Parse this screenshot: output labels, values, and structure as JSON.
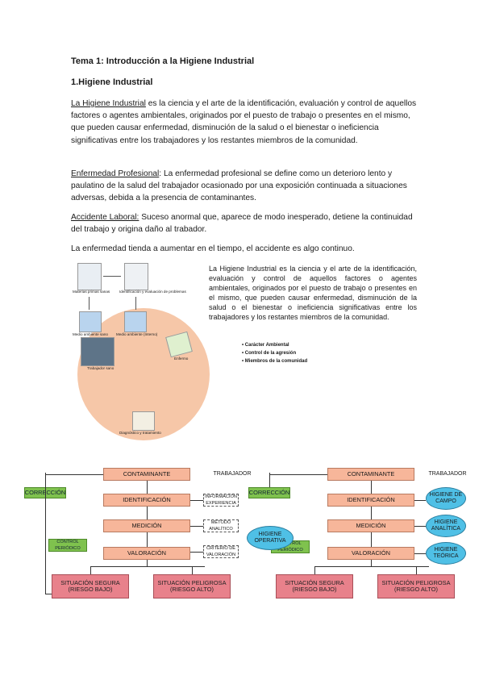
{
  "title": "Tema 1: Introducción a la Higiene Industrial",
  "section": "1.Higiene Industrial",
  "p1_term": "La Higiene Industrial",
  "p1_text": " es la ciencia y el arte de la identificación, evaluación y control de aquellos factores o agentes ambientales, originados por el puesto de trabajo o presentes en el mismo, que pueden causar enfermedad, disminución de la salud o el bienestar o ineficiencia significativas entre los trabajadores y los restantes miembros de la comunidad.",
  "p2_term": "Enfermedad Profesional",
  "p2_text": ": La enfermedad profesional se define como un deterioro lento y paulatino de la salud del trabajador ocasionado por una exposición continuada a situaciones adversas, debida a la presencia de contaminantes.",
  "p3_term": "Accidente Laboral:",
  "p3_text": " Suceso anormal que, aparece de modo inesperado, detiene la continuidad del trabajo y origina daño al trabador.",
  "p4_text": "La enfermedad tienda a aumentar en el tiempo, el accidente es algo continuo.",
  "side_text": "La Higiene Industrial es la ciencia y el arte de la identificación, evaluación y control de aquellos factores o agentes ambientales, originados por el puesto de trabajo o presentes en el mismo, que pueden causar enfermedad, disminución de la salud o el bienestar o ineficiencia significativas entre los trabajadores y los restantes miembros de la comunidad.",
  "bullets": [
    "Carácter Ambiental",
    "Control de la agresión",
    "Miembros de la comunidad"
  ],
  "fig_labels": {
    "a": "Materias primas sanas",
    "b": "Identificación y evaluación de problemas",
    "c": "Medio ambiente sano",
    "d": "Medio ambiente (Interno)",
    "e": "Trabajador sano",
    "f": "Enfermo",
    "g": "Diagnóstico y tratamiento"
  },
  "flow_left": {
    "contaminante": "CONTAMINANTE",
    "trabajador": "TRABAJADOR",
    "identificacion": "IDENTIFICACIÓN",
    "medicion": "MEDICIÓN",
    "valoracion": "VALORACIÓN",
    "segura": "SITUACIÓN SEGURA (RIESGO BAJO)",
    "peligrosa": "SITUACIÓN PELIGROSA (RIESGO ALTO)",
    "correccion": "CORRECCIÓN",
    "control": "CONTROL PERIÓDICO",
    "info": "INFORMACIÓN EXPERIENCIA",
    "metodo": "MÉTODO ANALÍTICO",
    "criterio": "CRITERIO DE VALORACIÓN"
  },
  "flow_right": {
    "contaminante": "CONTAMINANTE",
    "trabajador": "TRABAJADOR",
    "identificacion": "IDENTIFICACIÓN",
    "medicion": "MEDICIÓN",
    "valoracion": "VALORACIÓN",
    "segura": "SITUACIÓN SEGURA (RIESGO BAJO)",
    "peligrosa": "SITUACIÓN PELIGROSA (RIESGO ALTO)",
    "correccion": "CORRECCIÓN",
    "control": "CONTROL PERIÓDICO",
    "operativa": "HIGIENE OPERATIVA",
    "campo": "HIGIENE DE CAMPO",
    "analitica": "HIGIENE ANALÍTICA",
    "teorica": "HIGIENE TEÓRICA"
  }
}
